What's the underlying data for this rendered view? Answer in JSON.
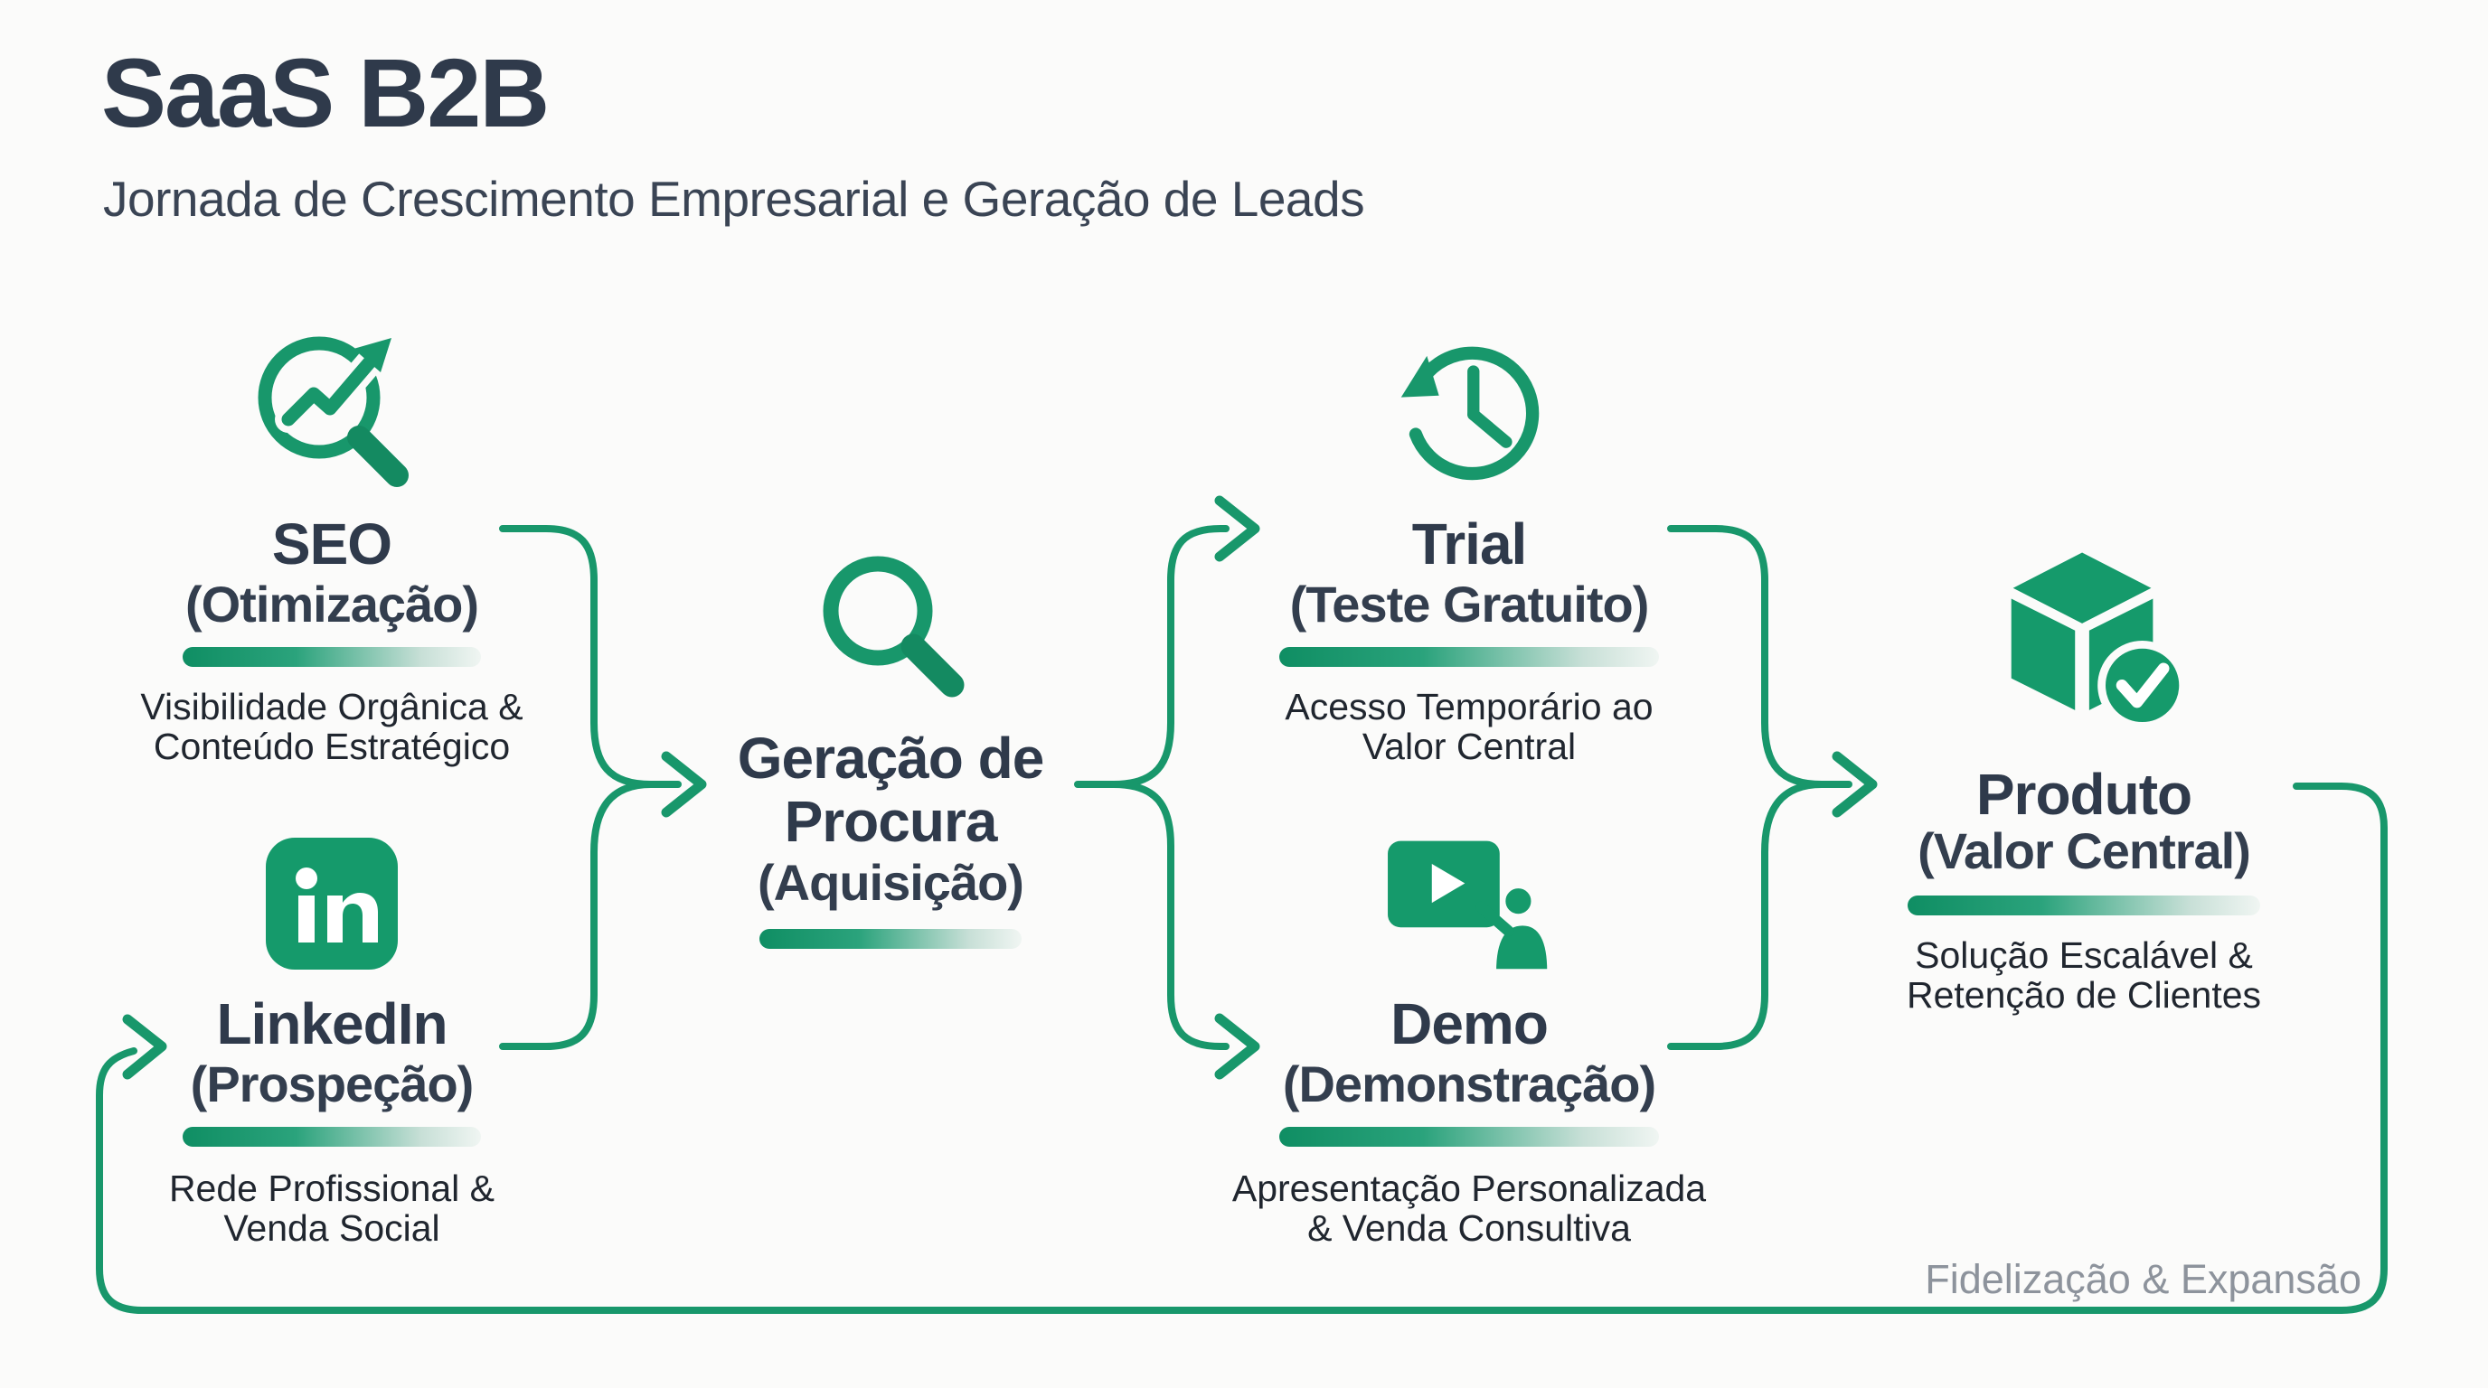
{
  "header": {
    "title": "SaaS B2B",
    "subtitle": "Jornada de Crescimento Empresarial e Geração de Leads"
  },
  "nodes": {
    "seo": {
      "icon": "seo-growth-magnifier-icon",
      "title": "SEO",
      "subtitle": "(Otimização)",
      "desc": [
        "Visibilidade Orgânica &",
        "Conteúdo Estratégico"
      ]
    },
    "linkedin": {
      "icon": "linkedin-icon",
      "title": "LinkedIn",
      "subtitle": "(Prospeção)",
      "desc": [
        "Rede Profissional &",
        "Venda Social"
      ]
    },
    "demand": {
      "icon": "search-magnifier-icon",
      "title": [
        "Geração de",
        "Procura"
      ],
      "subtitle": "(Aquisição)"
    },
    "trial": {
      "icon": "history-clock-icon",
      "title": "Trial",
      "subtitle": "(Teste Gratuito)",
      "desc": [
        "Acesso Temporário ao",
        "Valor Central"
      ]
    },
    "demo": {
      "icon": "presentation-demo-icon",
      "title": "Demo",
      "subtitle": "(Demonstração)",
      "desc": [
        "Apresentação Personalizada",
        "& Venda Consultiva"
      ]
    },
    "product": {
      "icon": "product-cube-check-icon",
      "title": "Produto",
      "subtitle": "(Valor Central)",
      "desc": [
        "Solução Escalável &",
        "Retenção de Clientes"
      ]
    }
  },
  "loop": {
    "label": "Fidelização & Expansão"
  },
  "colors": {
    "accent_green": "#18976B",
    "heading_dark": "#2F3A4B",
    "body_text": "#20262F",
    "loop_label_gray": "#8D939C",
    "background": "#FBFBFA"
  }
}
